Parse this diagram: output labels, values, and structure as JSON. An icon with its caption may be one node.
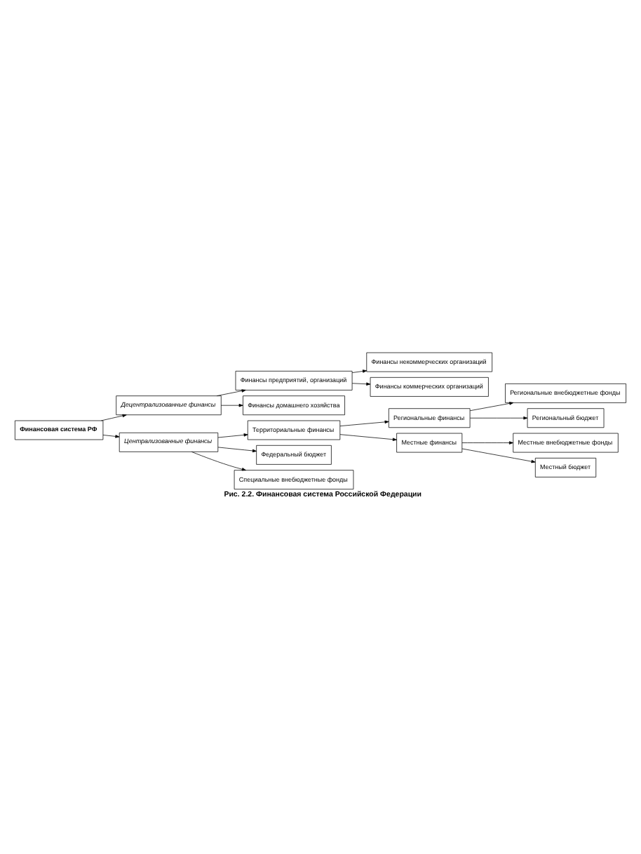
{
  "diagram": {
    "caption": "Рис. 2.2. Финансовая система Российской Федерации",
    "nodes": [
      {
        "text": [
          "Финансовая система РФ"
        ]
      },
      {
        "text": [
          "Децентрализованные финансы"
        ]
      },
      {
        "text": [
          "Централизованные финансы"
        ]
      },
      {
        "text": [
          "Финансы предприятий, организаций"
        ]
      },
      {
        "text": [
          "Финансы некоммерческих организаций"
        ]
      },
      {
        "text": [
          "Финансы коммерческих организаций"
        ]
      },
      {
        "text": [
          "Финансы домашнего хозяйства"
        ]
      },
      {
        "text": [
          "Территориальные финансы"
        ]
      },
      {
        "text": [
          "Федеральный бюджет"
        ]
      },
      {
        "text": [
          "Региональные финансы"
        ]
      },
      {
        "text": [
          "Региональные внебюджетные фонды"
        ]
      },
      {
        "text": [
          "Местные финансы"
        ]
      },
      {
        "text": [
          "Региональный бюджет"
        ]
      },
      {
        "text": [
          "Местные внебюджетные фонды"
        ]
      },
      {
        "text": [
          "Местный бюджет"
        ]
      },
      {
        "text": [
          "Специальные внебюджетные фонды"
        ]
      }
    ],
    "edges": [
      {
        "from": 0,
        "to": 1,
        "arrow": "to"
      },
      {
        "from": 0,
        "to": 2,
        "arrow": "to"
      },
      {
        "from": 1,
        "to": 3,
        "arrow": "to"
      },
      {
        "from": 1,
        "to": 6,
        "arrow": "to"
      },
      {
        "from": 3,
        "to": 4,
        "arrow": "to"
      },
      {
        "from": 3,
        "to": 5,
        "arrow": "to"
      },
      {
        "from": 2,
        "to": 15,
        "arrow": "to"
      },
      {
        "from": 2,
        "to": 7,
        "arrow": "to"
      },
      {
        "from": 2,
        "to": 8,
        "arrow": "to"
      },
      {
        "from": 7,
        "to": 9,
        "arrow": "to"
      },
      {
        "from": 7,
        "to": 11,
        "arrow": "to"
      },
      {
        "from": 9,
        "to": 10,
        "arrow": "to"
      },
      {
        "from": 9,
        "to": 12,
        "arrow": "to"
      },
      {
        "from": 11,
        "to": 13,
        "arrow": "to"
      },
      {
        "from": 11,
        "to": 14,
        "arrow": "to"
      }
    ]
  }
}
